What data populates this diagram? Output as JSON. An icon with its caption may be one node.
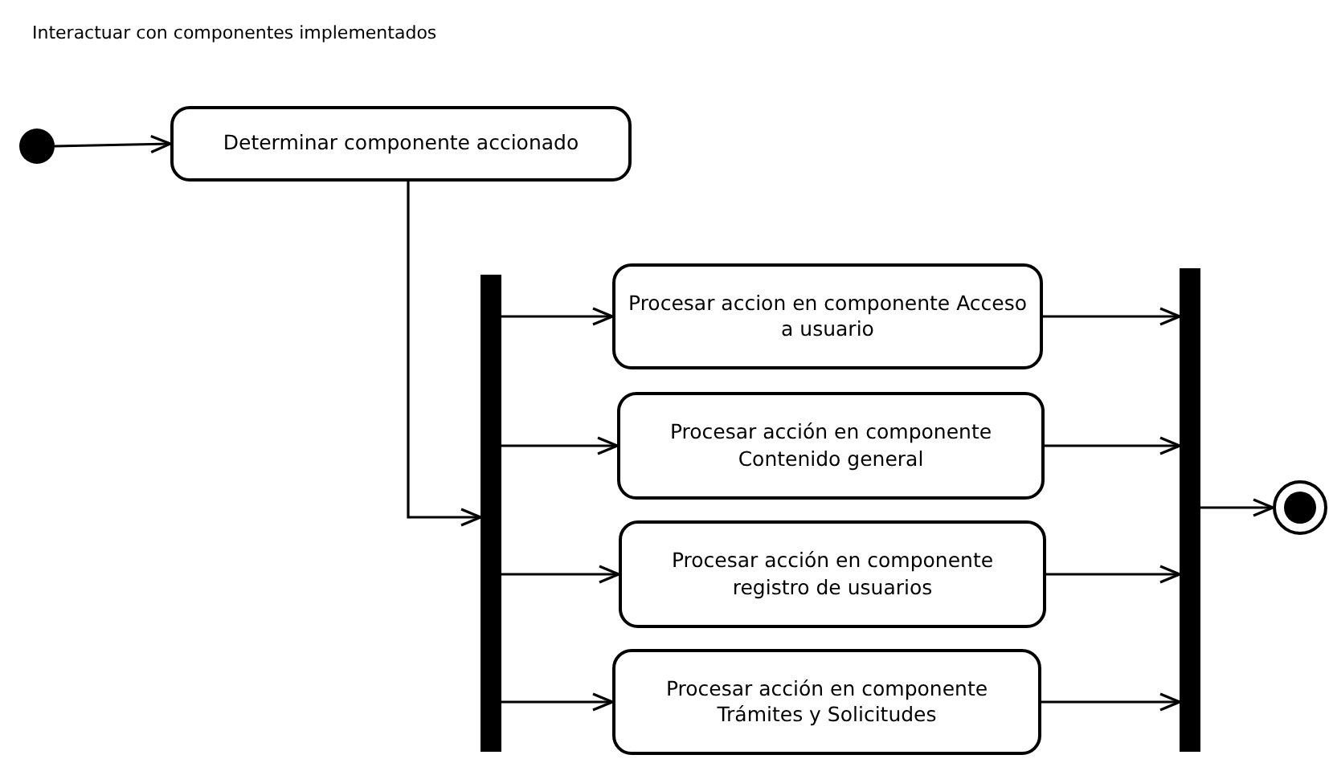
{
  "diagram": {
    "title": "Interactuar con componentes implementados",
    "nodes": [
      {
        "text": [],
        "shape": "circle"
      },
      {
        "text": [
          "Determinar componente accionado"
        ]
      },
      {
        "text": [],
        "shape": "bar"
      },
      {
        "text": [
          "Procesar accion en componente Acceso a usuario"
        ]
      },
      {
        "text": [
          "Procesar acción en componente Contenido general"
        ]
      },
      {
        "text": [
          "Procesar acción en componente registro de usuarios"
        ]
      },
      {
        "text": [
          "Procesar acción en componente Trámites y Solicitudes"
        ]
      },
      {
        "text": [],
        "shape": "bar"
      },
      {
        "text": [],
        "shape": "bullseye"
      }
    ],
    "edges": [
      {
        "from": 0,
        "to": 1,
        "arrow": "to"
      },
      {
        "from": 1,
        "to": 2,
        "arrow": "to"
      },
      {
        "from": 2,
        "to": 3,
        "arrow": "to"
      },
      {
        "from": 2,
        "to": 4,
        "arrow": "to"
      },
      {
        "from": 2,
        "to": 5,
        "arrow": "to"
      },
      {
        "from": 2,
        "to": 6,
        "arrow": "to"
      },
      {
        "from": 3,
        "to": 7,
        "arrow": "to"
      },
      {
        "from": 4,
        "to": 7,
        "arrow": "to"
      },
      {
        "from": 5,
        "to": 7,
        "arrow": "to"
      },
      {
        "from": 6,
        "to": 7,
        "arrow": "to"
      },
      {
        "from": 7,
        "to": 8,
        "arrow": "to"
      }
    ]
  }
}
